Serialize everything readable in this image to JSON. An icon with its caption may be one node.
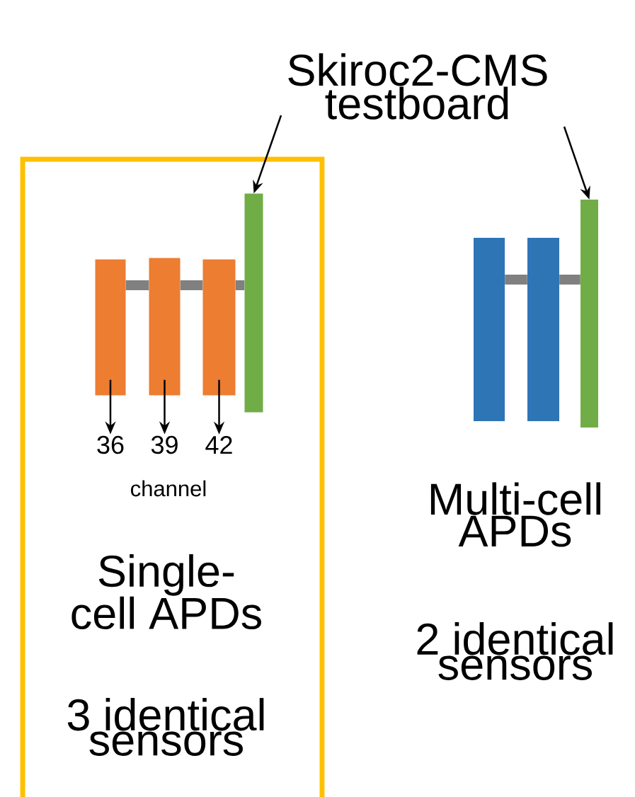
{
  "diagram": {
    "nodes": [
      {
        "text": [
          "Skiroc2-CMS testboard"
        ]
      },
      {
        "text": [
          "Single-cell APDs",
          "3 identical sensors"
        ]
      },
      {
        "text": [],
        "shape": "bar",
        "in": 1
      },
      {
        "text": [],
        "shape": "bar",
        "in": 1
      },
      {
        "text": [],
        "shape": "bar",
        "in": 1
      },
      {
        "text": [],
        "shape": "bar",
        "in": 1
      },
      {
        "text": [
          "36"
        ],
        "in": 1
      },
      {
        "text": [
          "39"
        ],
        "in": 1
      },
      {
        "text": [
          "42"
        ],
        "in": 1
      },
      {
        "text": [],
        "shape": "bar"
      },
      {
        "text": [],
        "shape": "bar"
      },
      {
        "text": [],
        "shape": "bar"
      }
    ],
    "edges": [
      {
        "from": 0,
        "to": 5,
        "arrow": "to"
      },
      {
        "from": 0,
        "to": 11,
        "arrow": "to"
      },
      {
        "from": 2,
        "to": 6,
        "arrow": "to"
      },
      {
        "from": 3,
        "to": 7,
        "arrow": "to"
      },
      {
        "from": 4,
        "to": 8,
        "arrow": "to"
      },
      {
        "from": 2,
        "to": 3,
        "arrow": "none",
        "style": "thick",
        "color": "#808080"
      },
      {
        "from": 3,
        "to": 4,
        "arrow": "none",
        "style": "thick",
        "color": "#808080"
      },
      {
        "from": 4,
        "to": 5,
        "arrow": "none",
        "style": "thick",
        "color": "#808080"
      },
      {
        "from": 9,
        "to": 10,
        "arrow": "none",
        "style": "thick",
        "color": "#808080"
      },
      {
        "from": 10,
        "to": 11,
        "arrow": "none",
        "style": "thick",
        "color": "#808080"
      }
    ],
    "labels": [
      "channel",
      "Multi-cell APDs",
      "2 identical sensors"
    ]
  }
}
